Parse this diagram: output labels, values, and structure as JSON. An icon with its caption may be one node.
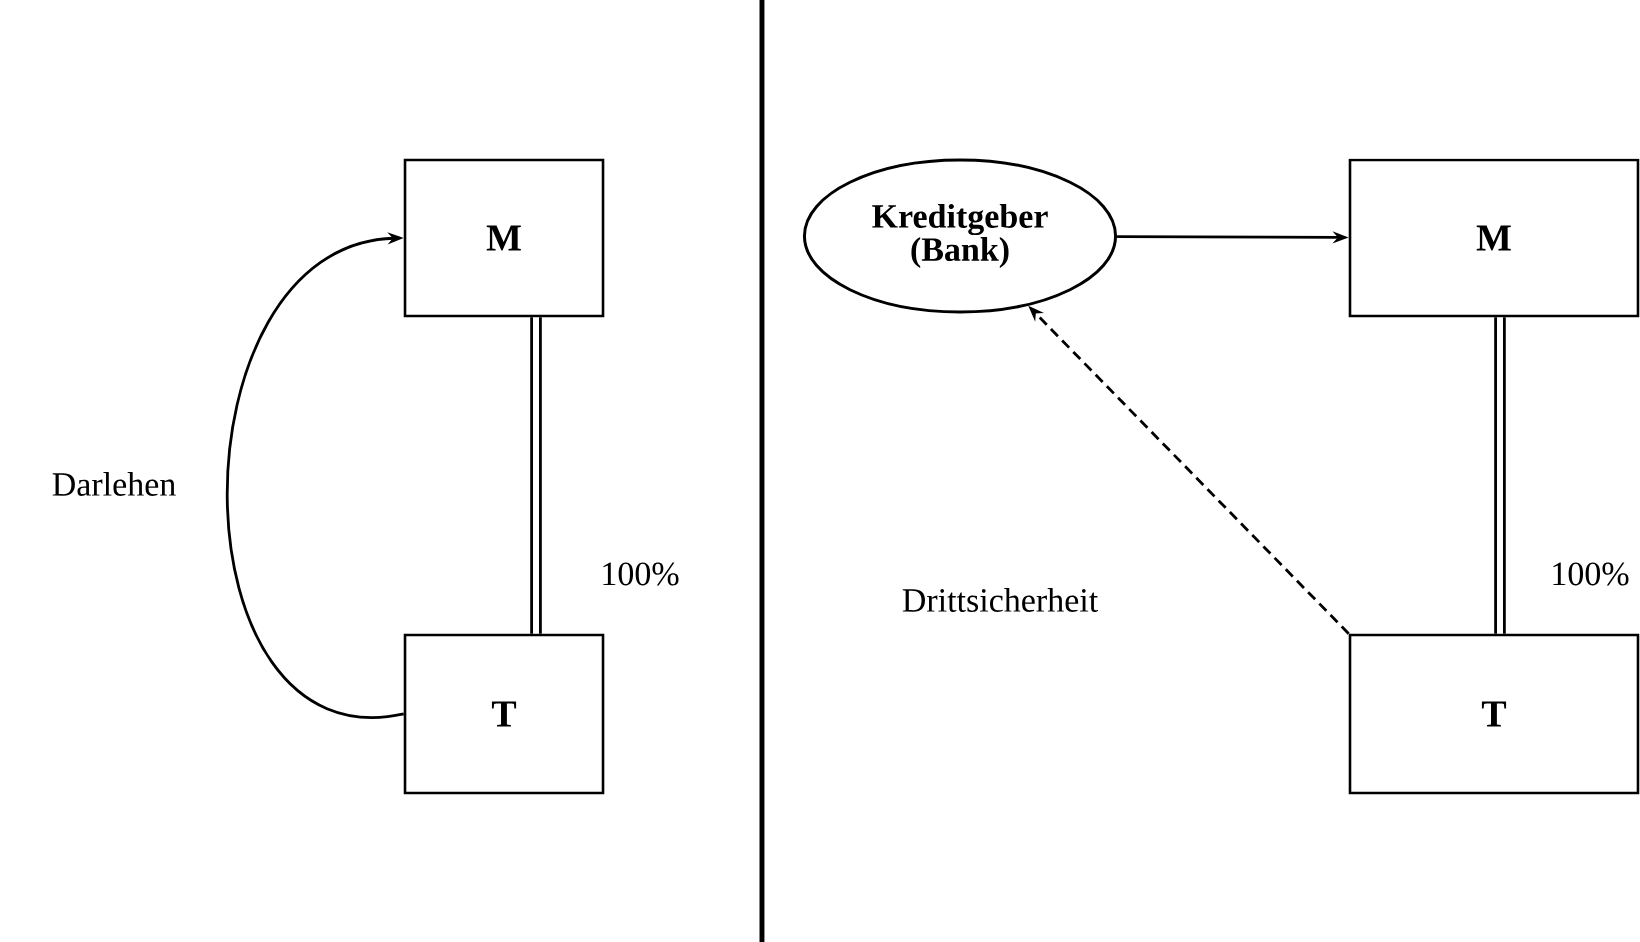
{
  "diagram": {
    "nodes": [
      {
        "text": [
          "M"
        ]
      },
      {
        "text": [
          "T"
        ]
      },
      {
        "text": [
          "Kreditgeber (Bank)"
        ]
      },
      {
        "text": [
          "M"
        ]
      },
      {
        "text": [
          "T"
        ]
      }
    ],
    "edges": [
      {
        "from": 1,
        "to": 0,
        "arrow": "to",
        "label": "Darlehen"
      },
      {
        "from": 0,
        "to": 1,
        "arrow": "none",
        "style": "thick",
        "label": "100%"
      },
      {
        "from": 2,
        "to": 3,
        "arrow": "to"
      },
      {
        "from": 3,
        "to": 4,
        "arrow": "none",
        "style": "thick",
        "label": "100%"
      },
      {
        "from": 4,
        "to": 2,
        "arrow": "to",
        "style": "dashed",
        "label": "Drittsicherheit"
      }
    ]
  }
}
